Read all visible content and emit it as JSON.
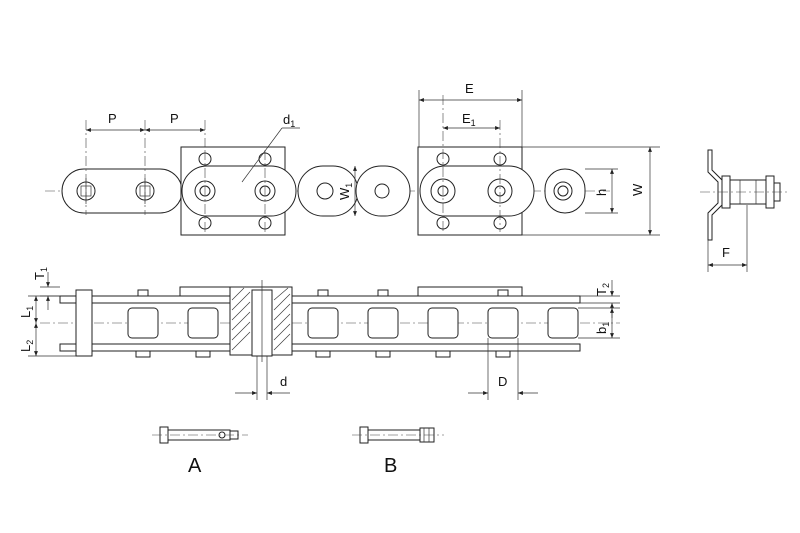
{
  "dimensions": {
    "P": "P",
    "d1": {
      "base": "d",
      "sub": "1"
    },
    "E": "E",
    "E1": {
      "base": "E",
      "sub": "1"
    },
    "W1": {
      "base": "W",
      "sub": "1"
    },
    "h": "h",
    "W": "W",
    "F": "F",
    "T1": {
      "base": "T",
      "sub": "1"
    },
    "L1": {
      "base": "L",
      "sub": "1"
    },
    "L2": {
      "base": "L",
      "sub": "2"
    },
    "T2": {
      "base": "T",
      "sub": "2"
    },
    "b1": {
      "base": "b",
      "sub": "1"
    },
    "d": "d",
    "D": "D"
  },
  "pins": {
    "A": "A",
    "B": "B"
  }
}
